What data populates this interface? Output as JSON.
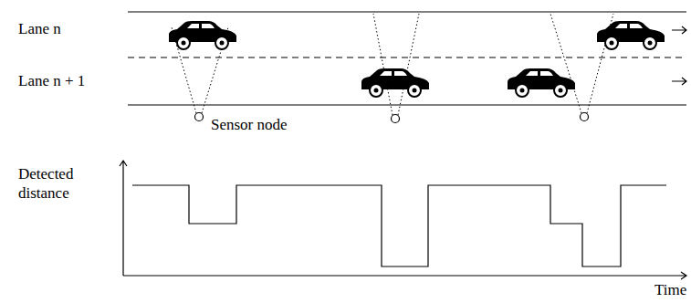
{
  "diagram": {
    "labels": [
      "Lane n",
      "Lane n + 1",
      "Sensor node",
      "Detected distance",
      "Time"
    ]
  }
}
